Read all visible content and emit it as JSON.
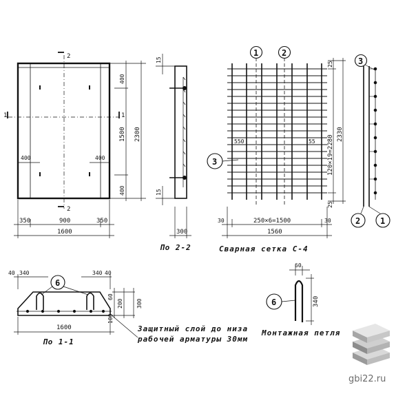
{
  "plan_view": {
    "section_mark_top": "2",
    "section_mark_bottom": "2",
    "section_mark_left": "1",
    "section_mark_right": "1",
    "dim_left_offset": "400",
    "dim_right_offset": "400",
    "dim_bottom_left": "350",
    "dim_bottom_middle": "900",
    "dim_bottom_right": "350",
    "dim_total_width": "1600",
    "dim_top_offset": "400",
    "dim_middle_height": "1500",
    "dim_lower_offset": "400",
    "dim_total_height": "2300"
  },
  "section_2_2": {
    "dim_top": "15",
    "dim_bottom": "15",
    "dim_width": "300",
    "caption": "По 2-2"
  },
  "mesh_c4": {
    "callout_1": "1",
    "callout_2": "2",
    "callout_3": "3",
    "dim_left_550": "550",
    "dim_right_55": "55",
    "dim_vertical_total": "120×19=2280",
    "dim_overall_height": "2330",
    "dim_top_25": "25",
    "dim_bottom_25": "25",
    "dim_left_30": "30",
    "dim_spacing": "250×6=1500",
    "dim_right_30": "30",
    "dim_total_width": "1560",
    "caption": "Сварная сетка С-4"
  },
  "mesh_side": {
    "callout_3": "3",
    "callout_2": "2",
    "callout_1": "1"
  },
  "section_1_1": {
    "dim_40_left": "40",
    "dim_340_left": "340",
    "dim_340_right": "340",
    "dim_40_right": "40",
    "callout_6": "6",
    "dim_60": "60",
    "dim_200": "200",
    "dim_300": "300",
    "dim_100": "100",
    "dim_total_width": "1600",
    "caption": "По 1-1",
    "note_line1": "Защитный слой до низа",
    "note_line2": "рабочей арматуры 30мм"
  },
  "loop": {
    "dim_60": "60",
    "dim_340": "340",
    "callout_6": "6",
    "caption": "Монтажная петля"
  },
  "watermark": {
    "site": "gbi22.ru"
  }
}
